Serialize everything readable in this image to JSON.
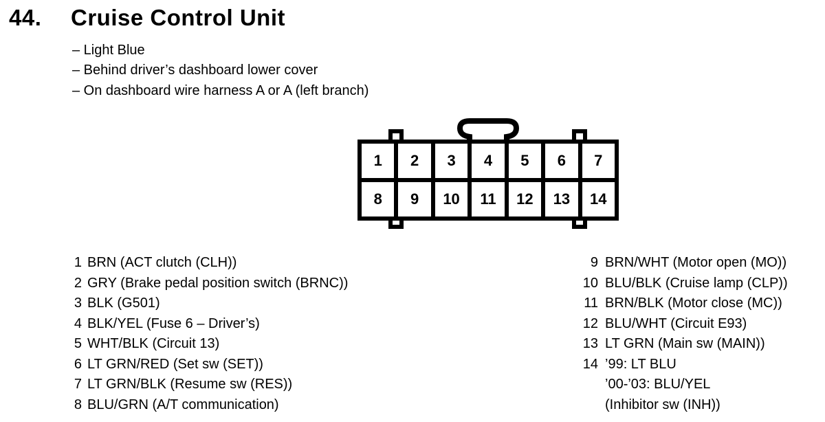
{
  "header": {
    "number": "44.",
    "title": "Cruise Control Unit",
    "bullets": [
      "– Light Blue",
      "– Behind driver’s dashboard lower cover",
      "– On dashboard wire harness A or A (left branch)"
    ]
  },
  "connector": {
    "cells": [
      "1",
      "2",
      "3",
      "4",
      "5",
      "6",
      "7",
      "8",
      "9",
      "10",
      "11",
      "12",
      "13",
      "14"
    ]
  },
  "pins_left": [
    {
      "num": "1",
      "desc": "BRN (ACT clutch (CLH))"
    },
    {
      "num": "2",
      "desc": "GRY (Brake pedal position switch (BRNC))"
    },
    {
      "num": "3",
      "desc": "BLK (G501)"
    },
    {
      "num": "4",
      "desc": "BLK/YEL (Fuse 6 – Driver’s)"
    },
    {
      "num": "5",
      "desc": "WHT/BLK (Circuit 13)"
    },
    {
      "num": "6",
      "desc": "LT GRN/RED (Set sw (SET))"
    },
    {
      "num": "7",
      "desc": "LT GRN/BLK (Resume sw (RES))"
    },
    {
      "num": "8",
      "desc": "BLU/GRN (A/T communication)"
    }
  ],
  "pins_right": [
    {
      "num": "9",
      "desc": "BRN/WHT (Motor open (MO))"
    },
    {
      "num": "10",
      "desc": "BLU/BLK (Cruise lamp (CLP))"
    },
    {
      "num": "11",
      "desc": "BRN/BLK (Motor close (MC))"
    },
    {
      "num": "12",
      "desc": "BLU/WHT (Circuit E93)"
    },
    {
      "num": "13",
      "desc": "LT GRN (Main sw (MAIN))"
    },
    {
      "num": "14",
      "desc": "’99: LT BLU",
      "extra": [
        "’00-’03: BLU/YEL",
        "(Inhibitor sw (INH))"
      ]
    }
  ]
}
